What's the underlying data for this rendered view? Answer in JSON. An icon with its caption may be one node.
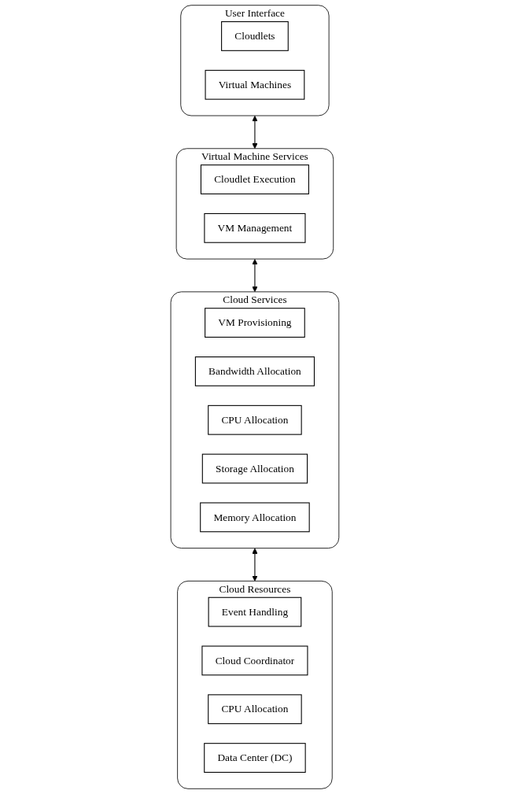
{
  "diagram": {
    "nodes": [
      {
        "text": [
          "User Interface"
        ]
      },
      {
        "text": [
          "Cloudlets"
        ],
        "in": 0
      },
      {
        "text": [
          "Virtual Machines"
        ],
        "in": 0
      },
      {
        "text": [
          "Virtual Machine Services"
        ]
      },
      {
        "text": [
          "Cloudlet Execution"
        ],
        "in": 3
      },
      {
        "text": [
          "VM Management"
        ],
        "in": 3
      },
      {
        "text": [
          "Cloud Services"
        ]
      },
      {
        "text": [
          "VM Provisioning"
        ],
        "in": 6
      },
      {
        "text": [
          "Bandwidth Allocation"
        ],
        "in": 6
      },
      {
        "text": [
          "CPU Allocation"
        ],
        "in": 6
      },
      {
        "text": [
          "Storage Allocation"
        ],
        "in": 6
      },
      {
        "text": [
          "Memory Allocation"
        ],
        "in": 6
      },
      {
        "text": [
          "Cloud Resources"
        ]
      },
      {
        "text": [
          "Event Handling"
        ],
        "in": 12
      },
      {
        "text": [
          "Cloud Coordinator"
        ],
        "in": 12
      },
      {
        "text": [
          "CPU Allocation"
        ],
        "in": 12
      },
      {
        "text": [
          "Data Center (DC)"
        ],
        "in": 12
      }
    ],
    "edges": [
      {
        "from": 0,
        "to": 3,
        "arrow": "both"
      },
      {
        "from": 3,
        "to": 6,
        "arrow": "both"
      },
      {
        "from": 6,
        "to": 12,
        "arrow": "both"
      }
    ]
  }
}
